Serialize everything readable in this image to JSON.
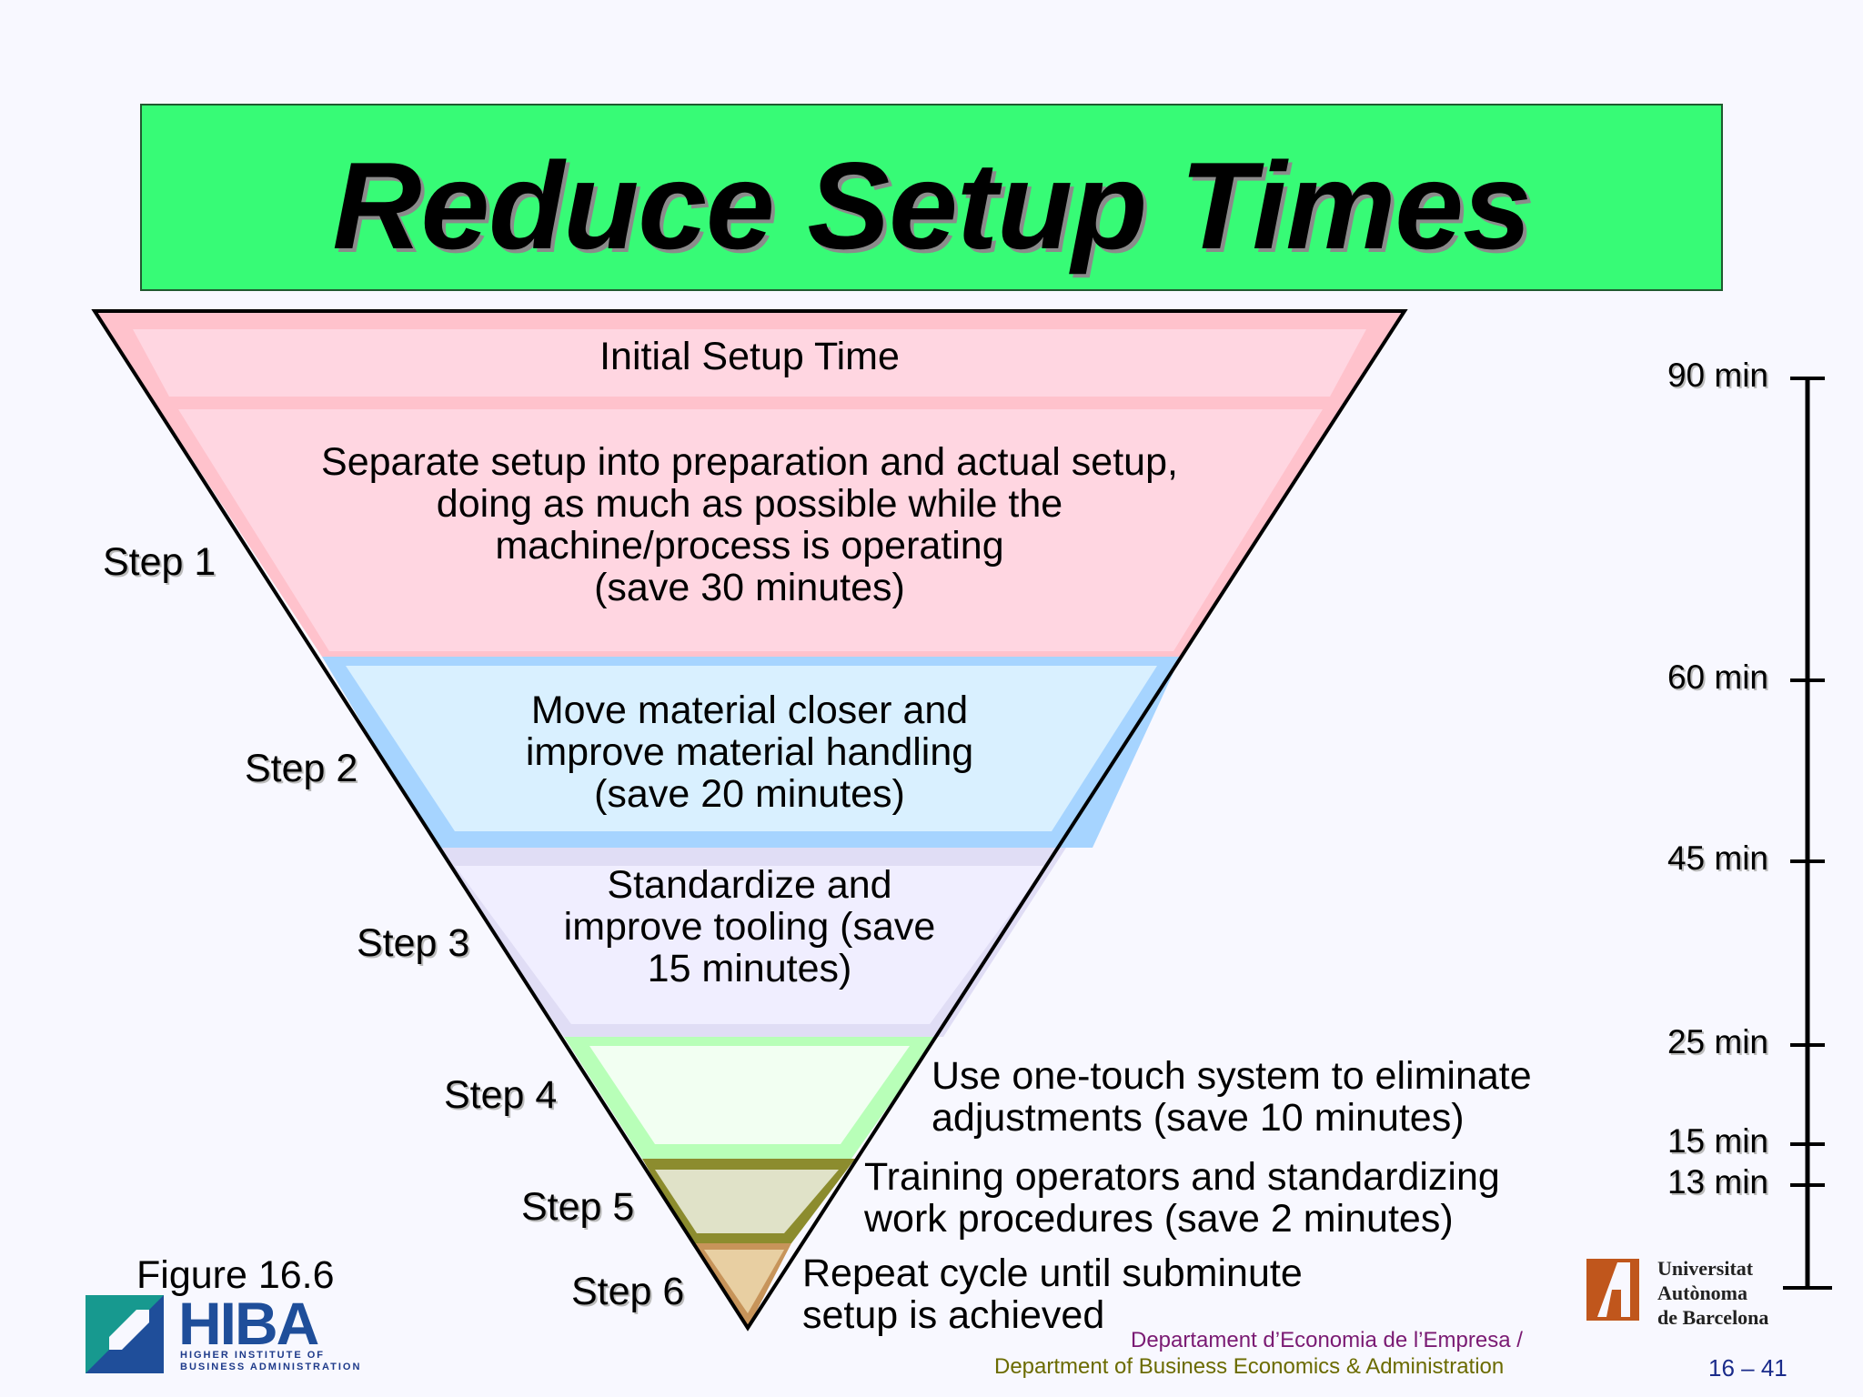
{
  "title": "Reduce Setup Times",
  "layers": [
    {
      "step": "Step 1",
      "text": [
        "Initial Setup Time"
      ],
      "color_outer": "#ffc2cc",
      "color_inner": "#ffd6e1"
    },
    {
      "step": "Step 1",
      "text": [
        "Separate setup into preparation and actual setup,",
        "doing as much as possible while the",
        "machine/process is operating",
        "(save 30 minutes)"
      ],
      "color_outer": "#ffc2cc",
      "color_inner": "#ffd6e1"
    },
    {
      "step": "Step 2",
      "text": [
        "Move material closer and",
        "improve material handling",
        "(save 20 minutes)"
      ],
      "color_outer": "#a6d4ff",
      "color_inner": "#d9f0ff"
    },
    {
      "step": "Step 3",
      "text": [
        "Standardize and",
        "improve tooling (save",
        "15 minutes)"
      ],
      "color_outer": "#e0ddf5",
      "color_inner": "#f0eeff"
    },
    {
      "step": "Step 4",
      "text": [
        "Use one-touch system to eliminate",
        "adjustments (save 10 minutes)"
      ],
      "color_outer": "#b8ffb8",
      "color_inner": "#f2fff2"
    },
    {
      "step": "Step 5",
      "text": [
        "Training operators and standardizing",
        "work procedures (save 2 minutes)"
      ],
      "color_outer": "#8c8c2e",
      "color_inner": "#e0e2c8"
    },
    {
      "step": "Step 6",
      "text": [
        "Repeat cycle until subminute",
        "setup is achieved"
      ],
      "color_outer": "#c7945a",
      "color_inner": "#e8cfa2"
    }
  ],
  "steps": [
    "Step 1",
    "Step 2",
    "Step 3",
    "Step 4",
    "Step 5",
    "Step 6"
  ],
  "scale": {
    "labels": [
      "90 min",
      "60 min",
      "45 min",
      "25 min",
      "15 min",
      "13 min"
    ]
  },
  "figure_label": "Figure 16.6",
  "footer": {
    "dept_catalan": "Departament d’Economia de l’Empresa /",
    "dept_english": "Department of Business Economics & Administration",
    "page": "16 – 41"
  },
  "logos": {
    "hiba": "HIBA",
    "hiba_subtitle": [
      "HIGHER INSTITUTE OF",
      "BUSINESS ADMINISTRATION"
    ],
    "uab": [
      "Universitat",
      "Autònoma",
      "de Barcelona"
    ]
  }
}
